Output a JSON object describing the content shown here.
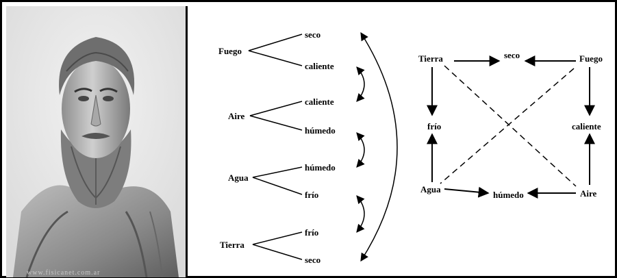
{
  "portrait": {
    "image_name": "bust-of-empedocles",
    "watermark": "www.fisicanet.com.ar"
  },
  "left_diagram": {
    "elements": [
      {
        "element": "Fuego",
        "qualities": [
          "seco",
          "caliente"
        ]
      },
      {
        "element": "Aire",
        "qualities": [
          "caliente",
          "húmedo"
        ]
      },
      {
        "element": "Agua",
        "qualities": [
          "húmedo",
          "frío"
        ]
      },
      {
        "element": "Tierra",
        "qualities": [
          "frío",
          "seco"
        ]
      }
    ]
  },
  "square_diagram": {
    "corners": {
      "top_left": "Tierra",
      "top_right": "Fuego",
      "bottom_left": "Agua",
      "bottom_right": "Aire"
    },
    "sides": {
      "top": "seco",
      "left": "frío",
      "right": "caliente",
      "bottom": "húmedo"
    }
  },
  "colors": {
    "ink": "#000000",
    "background": "#ffffff"
  }
}
